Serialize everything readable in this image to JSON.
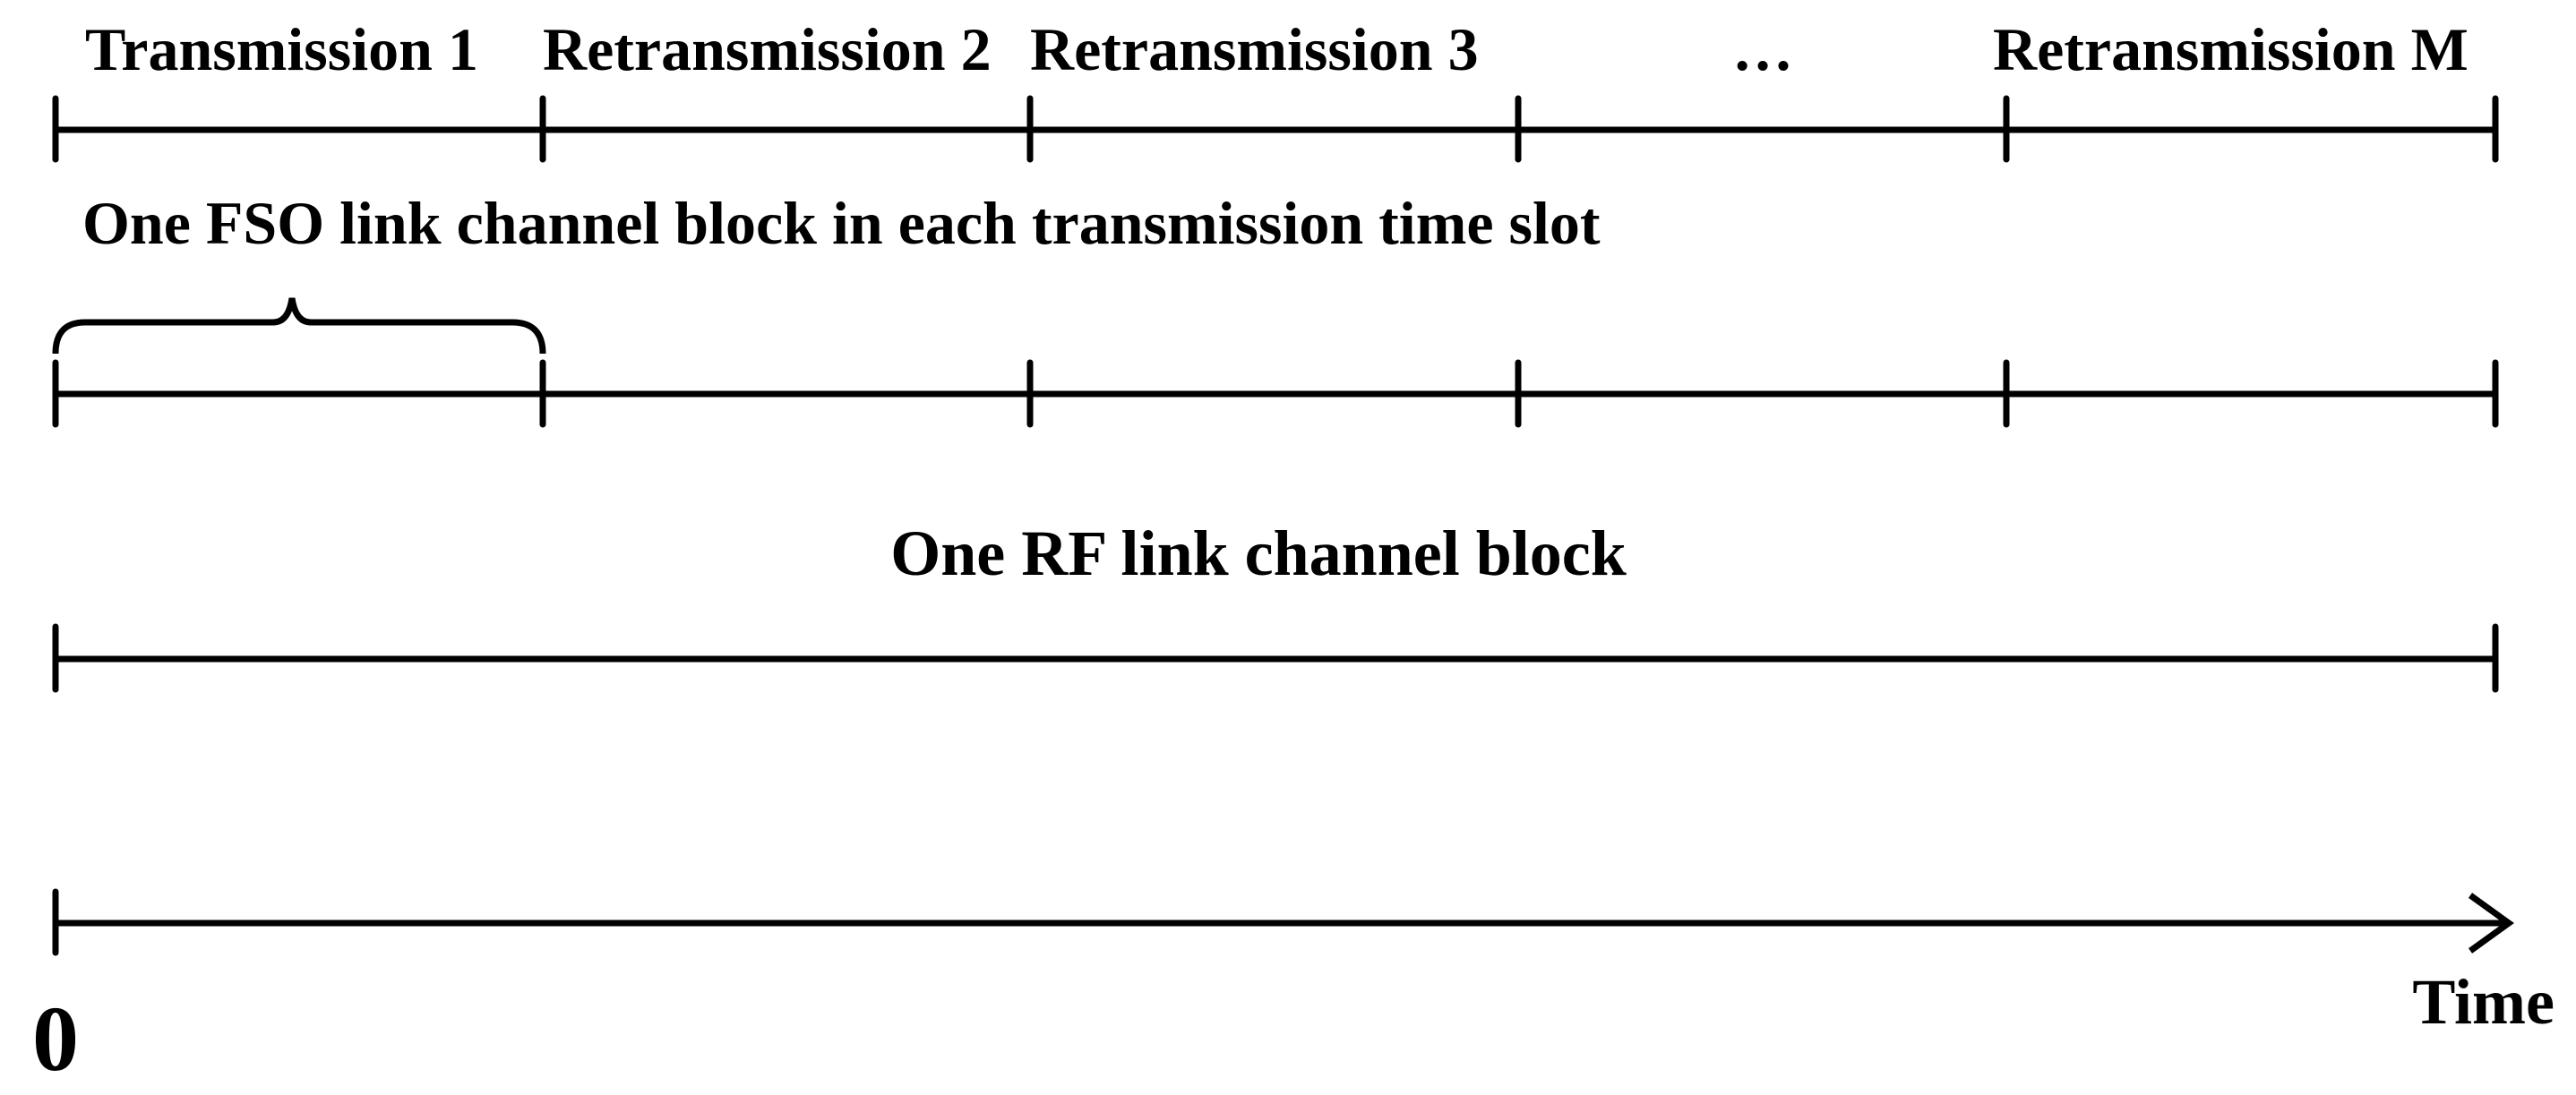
{
  "transmission_labels": [
    "Transmission 1",
    "Retransmission 2",
    "Retransmission 3",
    "…",
    "Retransmission M"
  ],
  "fso_label": "One FSO link channel block in each transmission time slot",
  "rf_label": "One RF link channel block",
  "axis": {
    "origin_label": "0",
    "end_label": "Time"
  },
  "slot_count": 5
}
